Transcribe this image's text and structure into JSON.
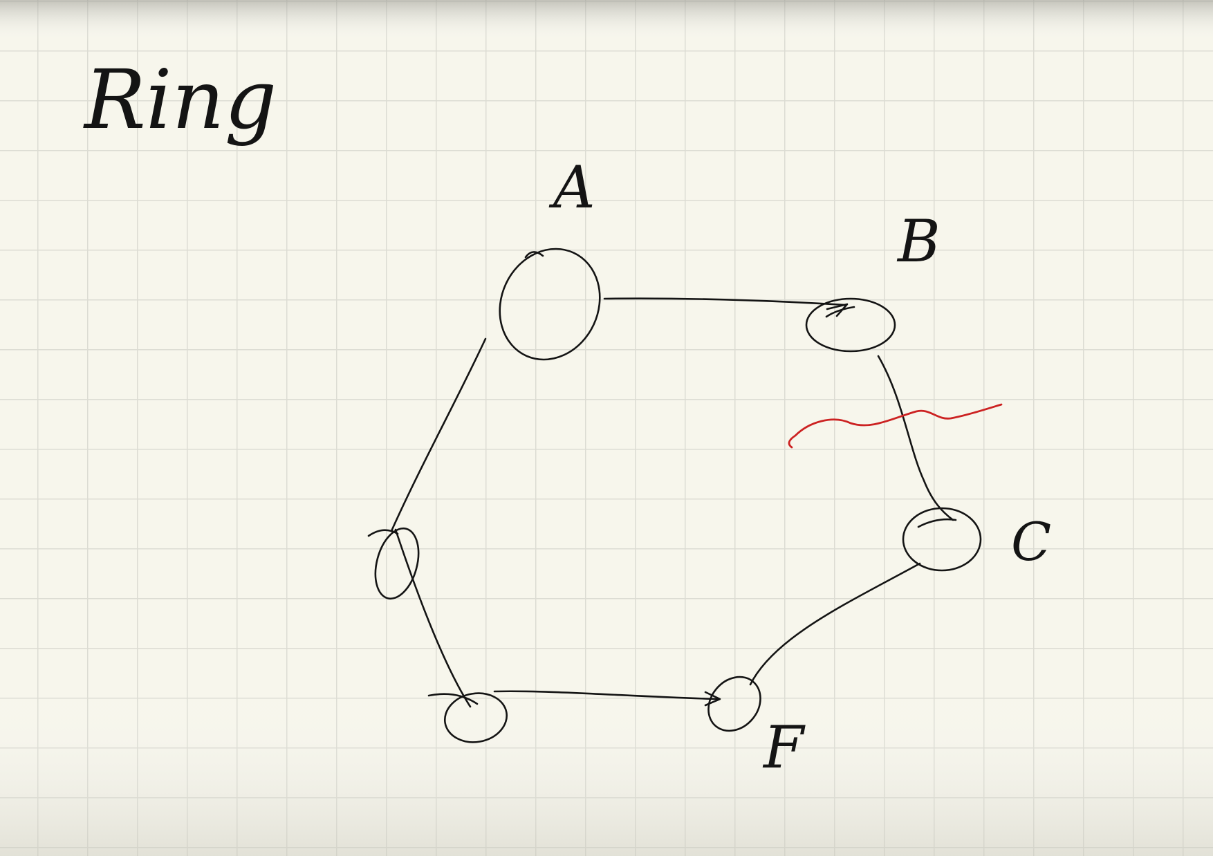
{
  "page": {
    "paper_color": "#f7f6ec",
    "grid_color": "#dcdcd3",
    "ink_color": "#141414",
    "highlight_color": "#cc2222"
  },
  "diagram": {
    "title": "Ring",
    "nodes": [
      {
        "id": "A",
        "label": "A"
      },
      {
        "id": "B",
        "label": "B"
      },
      {
        "id": "C",
        "label": "C"
      },
      {
        "id": "F",
        "label": "F"
      },
      {
        "id": "E",
        "label": ""
      },
      {
        "id": "D",
        "label": ""
      }
    ],
    "edges": [
      {
        "from": "A",
        "to": "B"
      },
      {
        "from": "B",
        "to": "C",
        "marked_broken": true
      },
      {
        "from": "C",
        "to": "F"
      },
      {
        "from": "E",
        "to": "F"
      },
      {
        "from": "D",
        "to": "E"
      },
      {
        "from": "A",
        "to": "D"
      }
    ]
  }
}
